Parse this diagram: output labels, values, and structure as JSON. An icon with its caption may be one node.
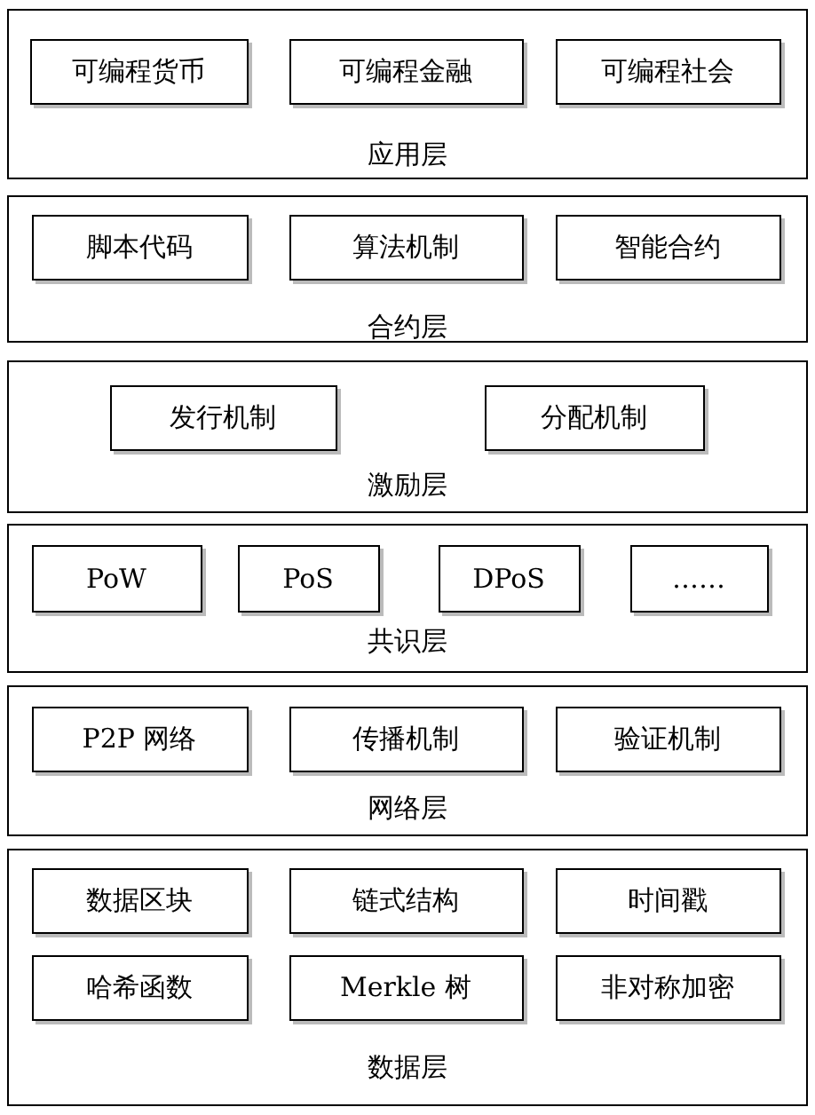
{
  "diagram": {
    "nodes": [
      {
        "text": [
          "应用层"
        ]
      },
      {
        "text": [
          "可编程货币"
        ],
        "in": 0
      },
      {
        "text": [
          "可编程金融"
        ],
        "in": 0
      },
      {
        "text": [
          "可编程社会"
        ],
        "in": 0
      },
      {
        "text": [
          "合约层"
        ]
      },
      {
        "text": [
          "脚本代码"
        ],
        "in": 4
      },
      {
        "text": [
          "算法机制"
        ],
        "in": 4
      },
      {
        "text": [
          "智能合约"
        ],
        "in": 4
      },
      {
        "text": [
          "激励层"
        ]
      },
      {
        "text": [
          "发行机制"
        ],
        "in": 8
      },
      {
        "text": [
          "分配机制"
        ],
        "in": 8
      },
      {
        "text": [
          "共识层"
        ]
      },
      {
        "text": [
          "PoW"
        ],
        "in": 11
      },
      {
        "text": [
          "PoS"
        ],
        "in": 11
      },
      {
        "text": [
          "DPoS"
        ],
        "in": 11
      },
      {
        "text": [
          "……"
        ],
        "in": 11
      },
      {
        "text": [
          "网络层"
        ]
      },
      {
        "text": [
          "P2P 网络"
        ],
        "in": 16
      },
      {
        "text": [
          "传播机制"
        ],
        "in": 16
      },
      {
        "text": [
          "验证机制"
        ],
        "in": 16
      },
      {
        "text": [
          "数据层"
        ]
      },
      {
        "text": [
          "数据区块"
        ],
        "in": 20
      },
      {
        "text": [
          "链式结构"
        ],
        "in": 20
      },
      {
        "text": [
          "时间戳"
        ],
        "in": 20
      },
      {
        "text": [
          "哈希函数"
        ],
        "in": 20
      },
      {
        "text": [
          "Merkle 树"
        ],
        "in": 20
      },
      {
        "text": [
          "非对称加密"
        ],
        "in": 20
      }
    ]
  }
}
